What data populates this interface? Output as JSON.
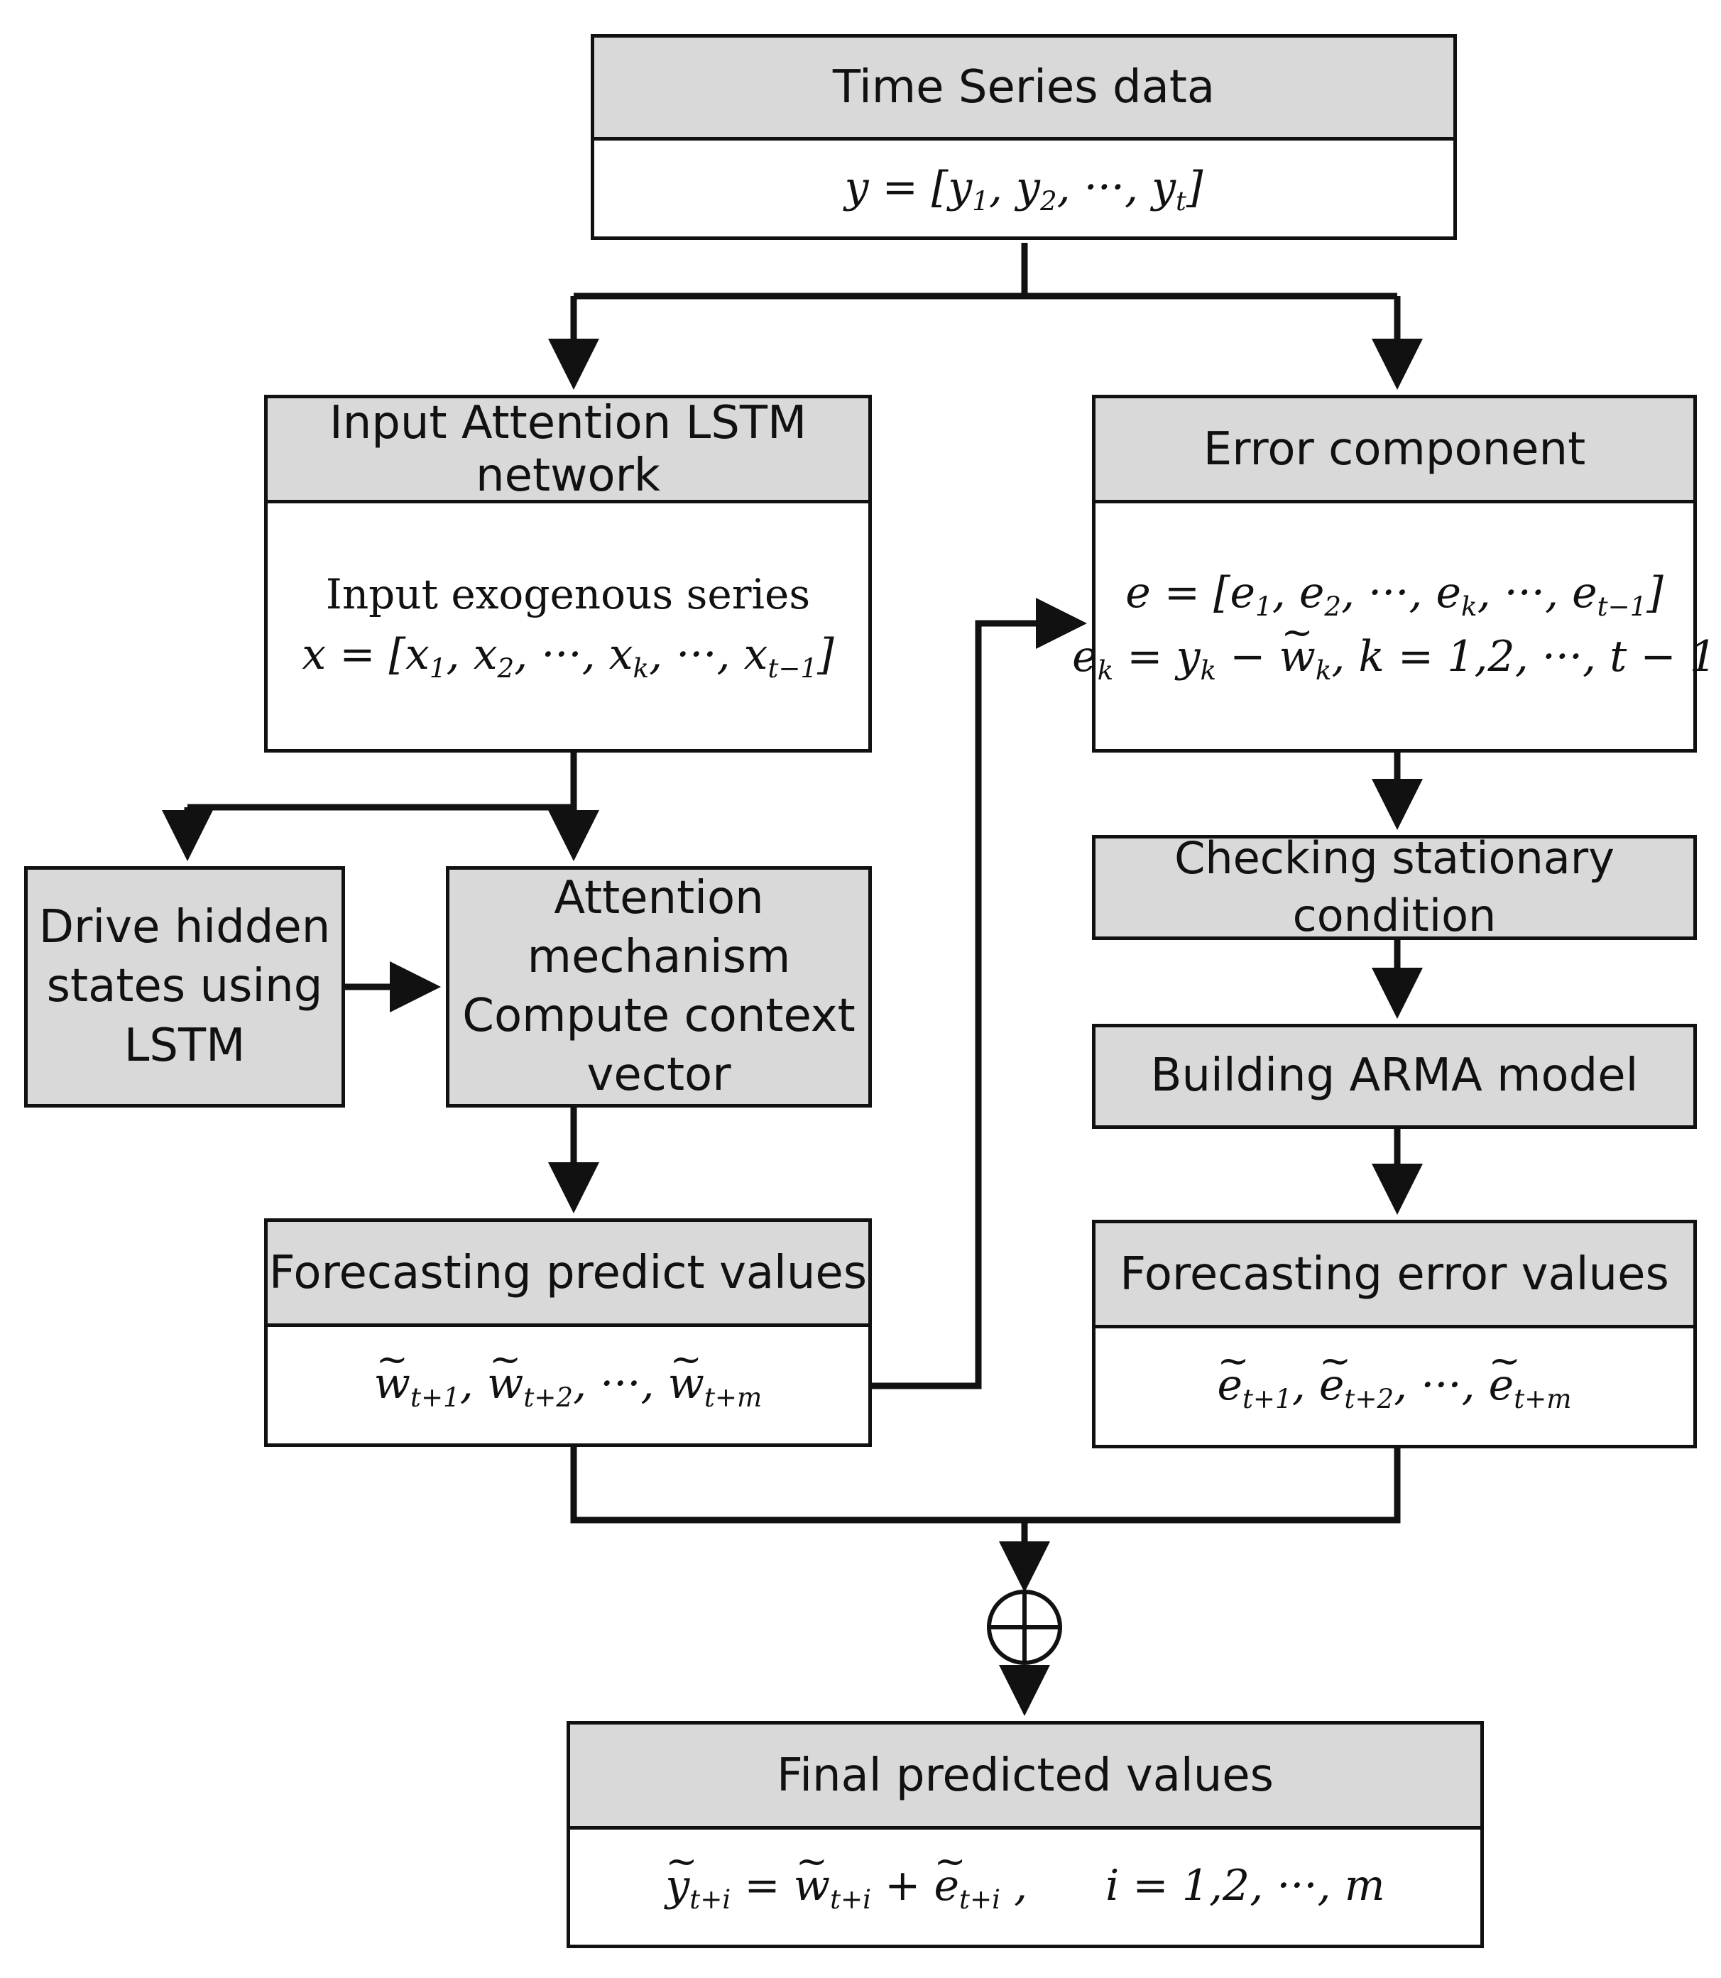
{
  "diagram": {
    "time_series": {
      "title": "Time Series data",
      "formula": "y = [y1, y2, ···, yt]",
      "parts": {
        "a": "y = [",
        "b": "y",
        "b1": "1",
        "c": ", y",
        "c1": "2",
        "d": ", ···, y",
        "d1": "t",
        "e": "]"
      }
    },
    "input_attention": {
      "title": "Input Attention LSTM network",
      "line1": "Input exogenous series",
      "formula": "x = [x1, x2, ···, xk, ···, xt−1]",
      "parts": {
        "a": "x = [x",
        "a1": "1",
        "b": ", x",
        "b1": "2",
        "c": ", ···, x",
        "c1": "k",
        "d": ", ···, x",
        "d1": "t−1",
        "e": "]"
      }
    },
    "error_component": {
      "title": "Error component",
      "formula1": "e = [e1, e2, ···, ek, ···, et−1]",
      "formula2": "ek = yk − w̃k, k = 1,2, ···, t − 1",
      "parts1": {
        "a": "e = [e",
        "a1": "1",
        "b": ", e",
        "b1": "2",
        "c": ", ···, e",
        "c1": "k",
        "d": ", ···, e",
        "d1": "t−1",
        "e": "]"
      },
      "parts2": {
        "a": "e",
        "a1": "k",
        "b": " = y",
        "b1": "k",
        "c": " − ",
        "w": "w",
        "w1": "k",
        "d": ", k = 1,2, ···, t − 1"
      }
    },
    "drive_hidden": {
      "line1": "Drive hidden",
      "line2": "states using",
      "line3": "LSTM"
    },
    "attention_mechanism": {
      "line1": "Attention mechanism",
      "line2": "Compute context",
      "line3": "vector"
    },
    "checking": {
      "label": "Checking stationary condition"
    },
    "arma": {
      "label": "Building ARMA model"
    },
    "forecast_predict": {
      "title": "Forecasting predict values",
      "formula": "w̃t+1, w̃t+2, ···, w̃t+m",
      "parts": {
        "w": "w",
        "a1": "t+1",
        "sep": ", ",
        "b1": "t+2",
        "dots": ", ···, ",
        "c1": "t+m"
      }
    },
    "forecast_error": {
      "title": "Forecasting error values",
      "formula": "ẽt+1, ẽt+2, ···, ẽt+m",
      "parts": {
        "e": "e",
        "a1": "t+1",
        "sep": ", ",
        "b1": "t+2",
        "dots": ", ···, ",
        "c1": "t+m"
      }
    },
    "final": {
      "title": "Final predicted values",
      "formula": "ỹt+i = w̃t+i + ẽt+i ,     i = 1,2, ···, m",
      "parts": {
        "y": "y",
        "y1": "t+i",
        "eq": " = ",
        "w": "w",
        "w1": "t+i",
        "plus": " + ",
        "e": "e",
        "e1": "t+i",
        "comma": " ,",
        "tail": "i = 1,2, ···, m"
      }
    },
    "sum_symbol": "⊕"
  }
}
